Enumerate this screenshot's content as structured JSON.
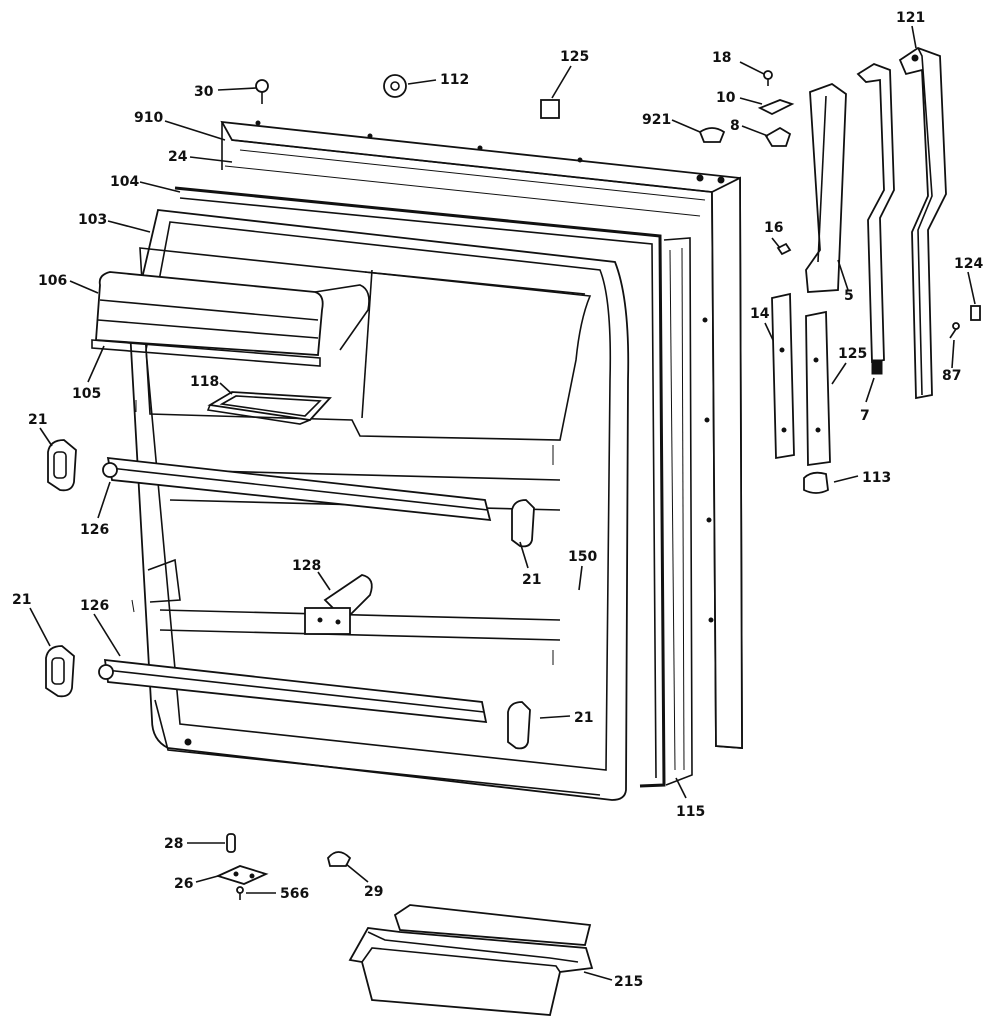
{
  "labels": {
    "l30": "30",
    "l112": "112",
    "l125a": "125",
    "l18": "18",
    "l121": "121",
    "l910": "910",
    "l24": "24",
    "l10": "10",
    "l921": "921",
    "l8": "8",
    "l104": "104",
    "l103": "103",
    "l16": "16",
    "l124": "124",
    "l106": "106",
    "l5": "5",
    "l14": "14",
    "l125b": "125",
    "l87": "87",
    "l105": "105",
    "l118": "118",
    "l7": "7",
    "l21a": "21",
    "l113": "113",
    "l126a": "126",
    "l21b": "21",
    "l150": "150",
    "l128": "128",
    "l21c": "21",
    "l126b": "126",
    "l21d": "21",
    "l115": "115",
    "l28": "28",
    "l29": "29",
    "l26": "26",
    "l566": "566",
    "l215": "215"
  }
}
